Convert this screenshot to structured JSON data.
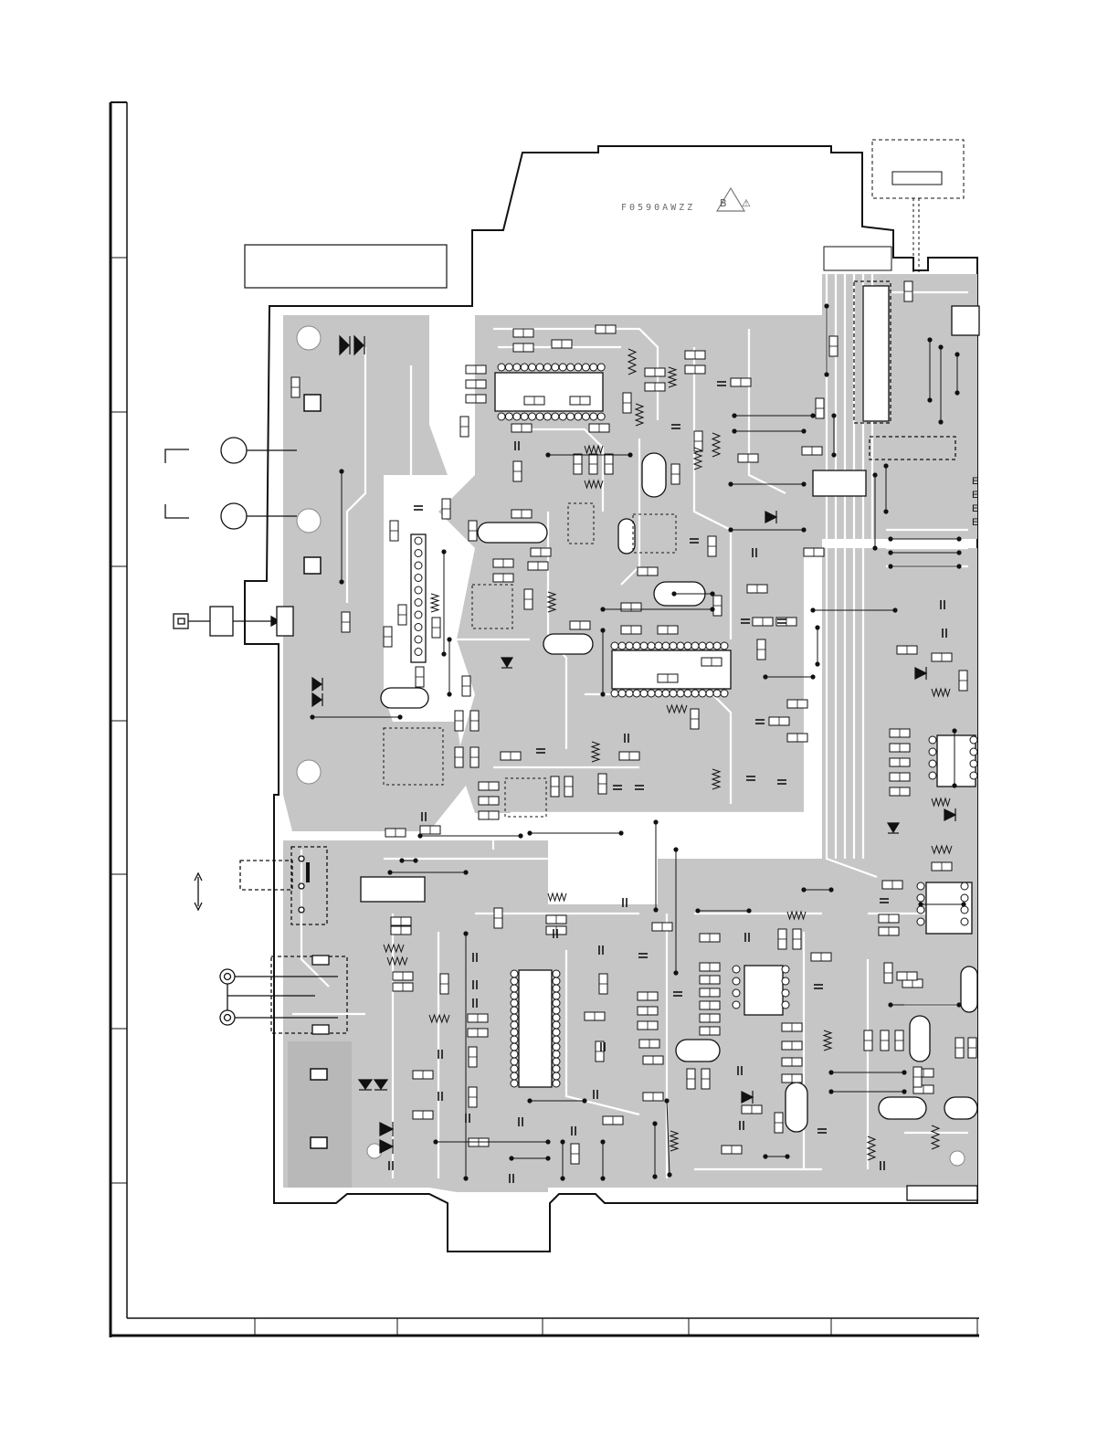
{
  "board": {
    "part_number": "F0590AWZZ",
    "warning_glyph": "⚠",
    "warning_letter": "B"
  },
  "edge_labels": [
    "E",
    "E",
    "E",
    "E"
  ],
  "colors": {
    "copper_plane": "#c6c6c6",
    "trace": "#ffffff",
    "outline": "#111111",
    "background": "#ffffff"
  }
}
